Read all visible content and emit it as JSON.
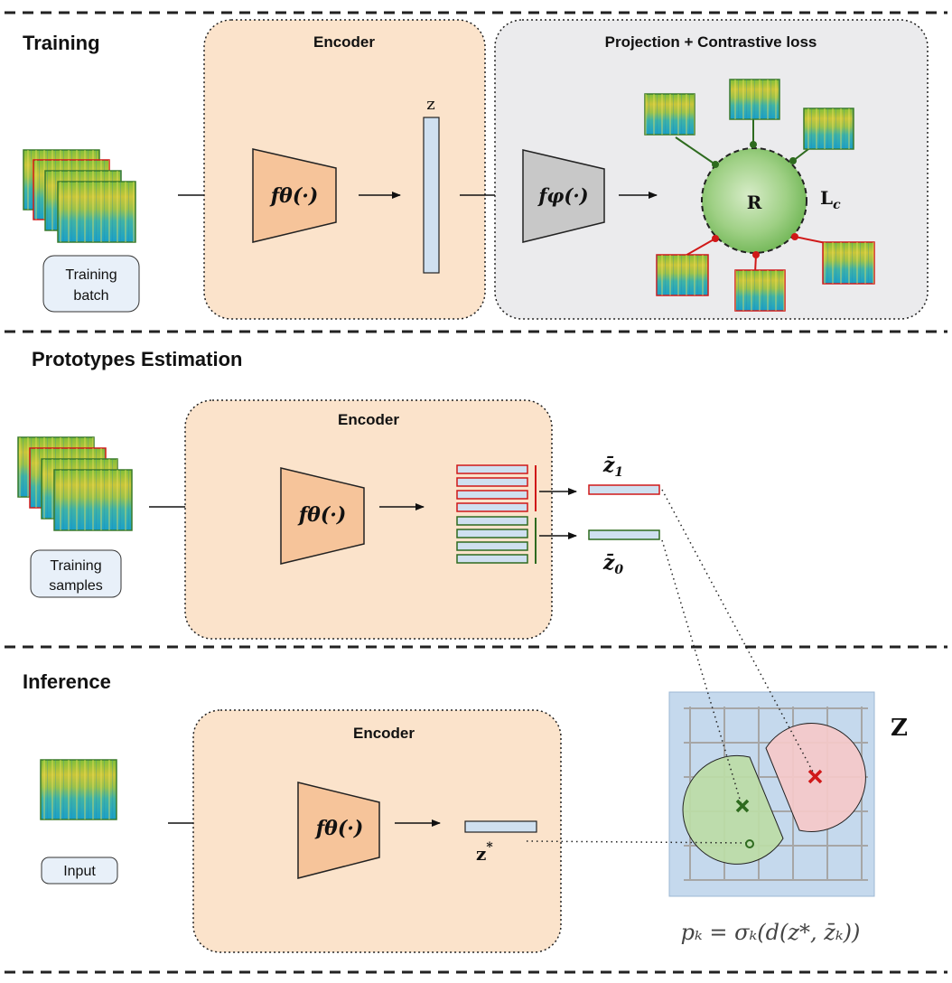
{
  "sections": {
    "training": "Training",
    "prototypes": "Prototypes Estimation",
    "inference": "Inference"
  },
  "training": {
    "encoder_title": "Encoder",
    "projection_title": "Projection + Contrastive loss",
    "batch_label_line1": "Training",
    "batch_label_line2": "batch",
    "encoder_fn": "fθ(·)",
    "projection_fn": "fφ(·)",
    "z_label": "z",
    "center_label": "R",
    "loss_label": "L",
    "loss_sub": "c"
  },
  "prototypes": {
    "encoder_title": "Encoder",
    "samples_label_line1": "Training",
    "samples_label_line2": "samples",
    "encoder_fn": "fθ(·)",
    "proto1": "z̄",
    "proto1_sub": "1",
    "proto0": "z̄",
    "proto0_sub": "0"
  },
  "inference": {
    "encoder_title": "Encoder",
    "input_label": "Input",
    "encoder_fn": "fθ(·)",
    "zstar": "z",
    "zstar_sup": "*",
    "space_label": "Z",
    "formula": "pₖ = σₖ(d(z*, z̄ₖ))"
  },
  "colors": {
    "encoder_fill": "#fbe3cb",
    "projection_fill": "#ebebed",
    "trapezoid_orange": "#f6c49a",
    "trapezoid_gray": "#c8c8c8",
    "vector_fill": "#cfe0f0",
    "positive": "#2e6b1f",
    "negative": "#d01818",
    "space_bg": "#c5d9ed",
    "green_region": "#bcdca6",
    "red_region": "#f5c9c9",
    "sphere_green": "#86c46f"
  }
}
